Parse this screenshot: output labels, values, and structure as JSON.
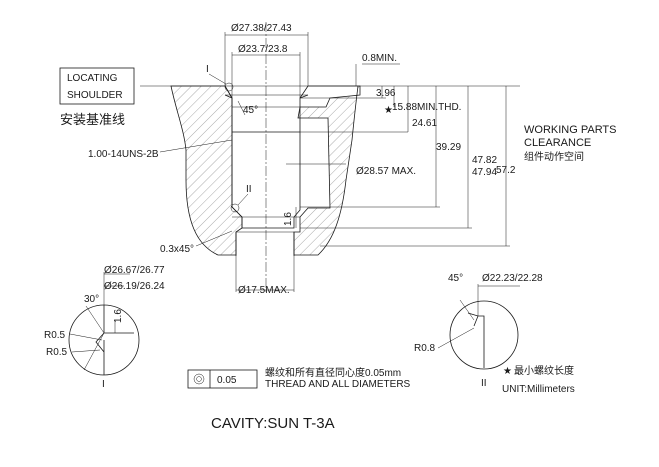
{
  "title": "CAVITY:SUN T-3A",
  "locating_shoulder": {
    "line1": "LOCATING",
    "line2": "SHOULDER",
    "cn": "安装基准线"
  },
  "working_parts": {
    "line1": "WORKING PARTS",
    "line2": "CLEARANCE",
    "cn": "组件动作空间"
  },
  "dims": {
    "top_outer": "Ø27.38/27.43",
    "top_inner": "Ø23.7/23.8",
    "min_08": "0.8MIN.",
    "d396": "3.96",
    "thd_min": "15.88MIN.THD.",
    "d2461": "24.61",
    "d3929": "39.29",
    "d4782": "47.82",
    "d4794": "47.94",
    "d572": "57.2",
    "thread": "1.00-14UNS-2B",
    "bore": "Ø28.57 MAX.",
    "angle45": "45°",
    "d16": "1.6",
    "chamfer": "0.3x45°",
    "bottom": "Ø17.5MAX."
  },
  "markers": {
    "I": "I",
    "II": "II"
  },
  "detail_i": {
    "d1": "Ø26.67/26.77",
    "d2": "Ø26.19/26.24",
    "angle": "30°",
    "d16": "1.6",
    "r1": "R0.5",
    "r2": "R0.5",
    "label": "I"
  },
  "detail_ii": {
    "angle": "45°",
    "d1": "Ø22.23/22.28",
    "r": "R0.8",
    "label": "II"
  },
  "tolerance": {
    "value": "0.05",
    "cn": "螺纹和所有直径同心度0.05mm",
    "en": "THREAD AND ALL DIAMETERS"
  },
  "legend": {
    "star": "★",
    "min_thread": "最小螺纹长度",
    "unit": "UNIT:Millimeters"
  }
}
